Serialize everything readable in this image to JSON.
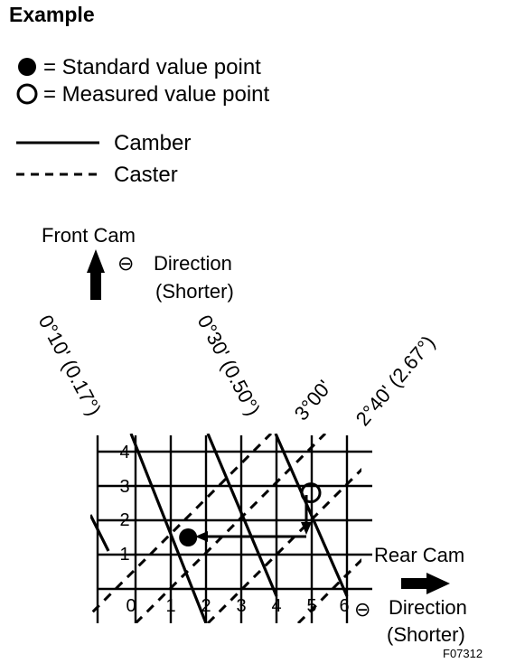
{
  "title": "Example",
  "legend": {
    "standard_point": "= Standard value point",
    "measured_point": "= Measured value point",
    "camber": "Camber",
    "caster": "Caster"
  },
  "front_cam": {
    "label": "Front Cam",
    "symbol": "⊖",
    "direction": "Direction",
    "shorter": "(Shorter)"
  },
  "rear_cam": {
    "label": "Rear Cam",
    "symbol": "⊖",
    "direction": "Direction",
    "shorter": "(Shorter)"
  },
  "line_labels": {
    "camber_a": "0°10' (0.17°)",
    "camber_b": "0°30' (0.50°)",
    "caster_a": "3°00'",
    "caster_b": "2°40' (2.67°)"
  },
  "x_ticks": [
    "0",
    "1",
    "2",
    "3",
    "4",
    "5",
    "6"
  ],
  "y_ticks": [
    "1",
    "2",
    "3",
    "4"
  ],
  "figure_code": "F07312",
  "points": {
    "standard": [
      1.5,
      1.5
    ],
    "measured": [
      5,
      2.8
    ]
  }
}
